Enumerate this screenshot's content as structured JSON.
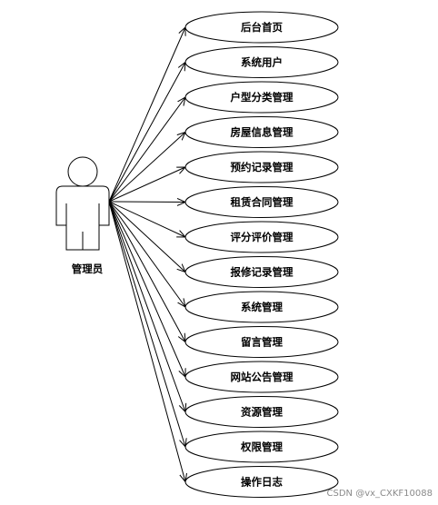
{
  "actor": {
    "label": "管理员"
  },
  "use_cases": [
    "后台首页",
    "系统用户",
    "户型分类管理",
    "房屋信息管理",
    "预约记录管理",
    "租赁合同管理",
    "评分评价管理",
    "报修记录管理",
    "系统管理",
    "留言管理",
    "网站公告管理",
    "资源管理",
    "权限管理",
    "操作日志"
  ],
  "watermark": "CSDN @vx_CXKF10088"
}
